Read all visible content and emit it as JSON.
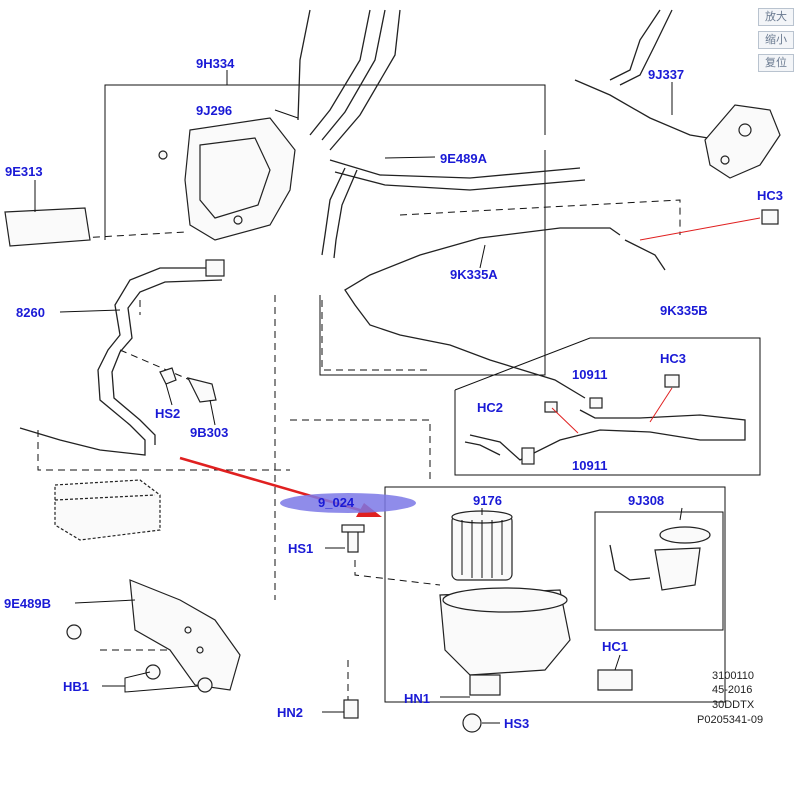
{
  "controls": {
    "zoom_in": "放大",
    "zoom_out": "缩小",
    "reset": "复位"
  },
  "labels": {
    "l_9H334": "9H334",
    "l_9J296": "9J296",
    "l_9E489A": "9E489A",
    "l_9J337": "9J337",
    "l_9E313": "9E313",
    "l_HC3_a": "HC3",
    "l_9K335A": "9K335A",
    "l_8260": "8260",
    "l_9K335B": "9K335B",
    "l_HC3_b": "HC3",
    "l_10911_a": "10911",
    "l_HC2": "HC2",
    "l_10911_b": "10911",
    "l_HS2": "HS2",
    "l_9B303": "9B303",
    "l_9_024": "9_024",
    "l_9176": "9176",
    "l_9J308": "9J308",
    "l_HS1": "HS1",
    "l_9E489B": "9E489B",
    "l_HC1": "HC1",
    "l_HB1": "HB1",
    "l_HN2": "HN2",
    "l_HN1": "HN1",
    "l_HS3": "HS3"
  },
  "reference": {
    "line1": "3100110",
    "line2": "45-2016",
    "line3": "30DDTX",
    "line4": "P0205341-09"
  },
  "footer_text": "",
  "colors": {
    "label": "#1a1ad6",
    "arrow": "#e02020",
    "highlight": "#7b78e6"
  }
}
